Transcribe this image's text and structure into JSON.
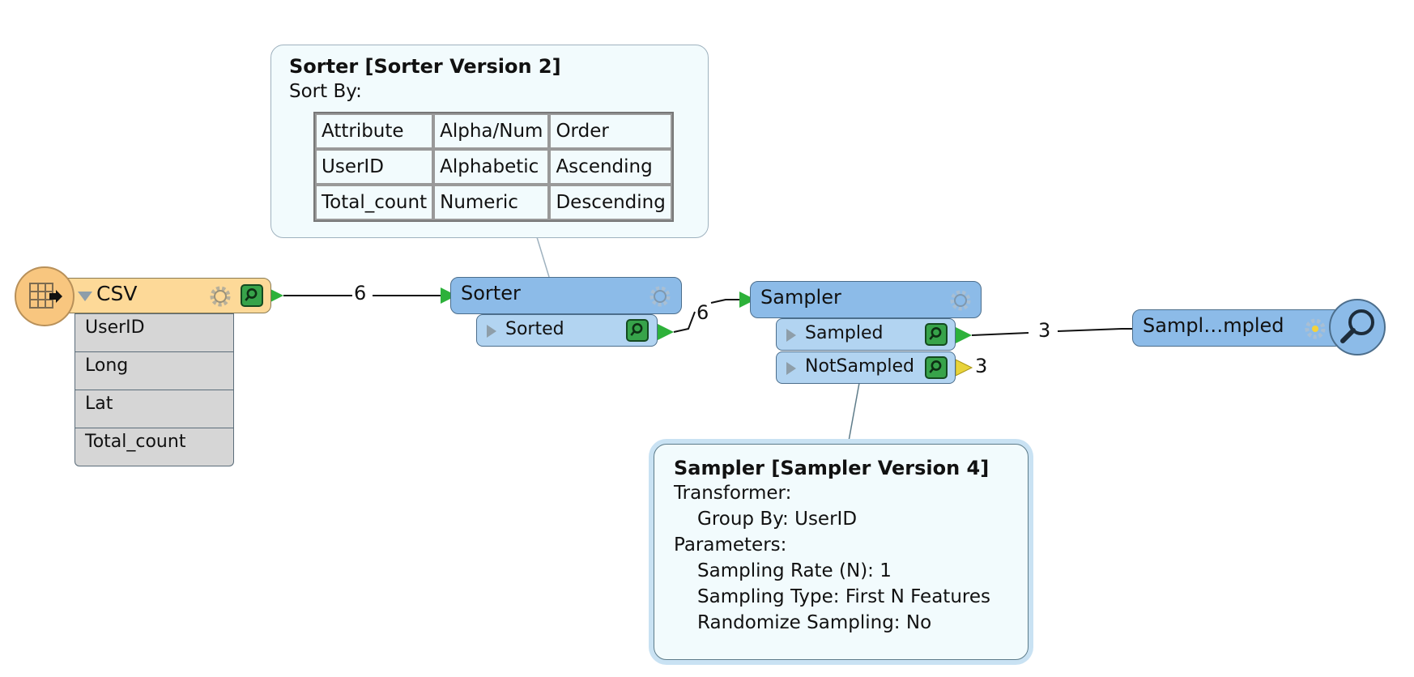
{
  "nodes": {
    "csv": {
      "name": "CSV",
      "attributes": [
        "UserID",
        "Long",
        "Lat",
        "Total_count"
      ]
    },
    "sorter": {
      "name": "Sorter",
      "output_port": "Sorted"
    },
    "sampler": {
      "name": "Sampler",
      "output_ports": [
        "Sampled",
        "NotSampled"
      ]
    },
    "inspector": {
      "name": "Sampl…mpled"
    }
  },
  "connections": {
    "csv_to_sorter": "6",
    "sorter_to_sampler": "6",
    "sampled_to_inspector": "3",
    "notsampled_count": "3"
  },
  "sorter_tooltip": {
    "title": "Sorter [Sorter Version 2]",
    "subtitle": "Sort By:",
    "table": {
      "headers": [
        "Attribute",
        "Alpha/Num",
        "Order"
      ],
      "rows": [
        [
          "UserID",
          "Alphabetic",
          "Ascending"
        ],
        [
          "Total_count",
          "Numeric",
          "Descending"
        ]
      ]
    }
  },
  "sampler_tooltip": {
    "title": "Sampler [Sampler Version 4]",
    "lines": [
      "Transformer:",
      "Group By: UserID",
      "Parameters:",
      "Sampling Rate (N): 1",
      "Sampling Type: First N Features",
      "Randomize Sampling: No"
    ]
  },
  "colors": {
    "transformer": "#8cbbe8",
    "port": "#b2d4f1",
    "reader": "#fdd998",
    "connection_arrow": "#2db13a",
    "unused_port_arrow": "#e8d33a"
  },
  "icons": [
    "csv-reader-icon",
    "gear-icon",
    "magnifier-icon",
    "inspector-icon",
    "port-triangle-icon"
  ]
}
